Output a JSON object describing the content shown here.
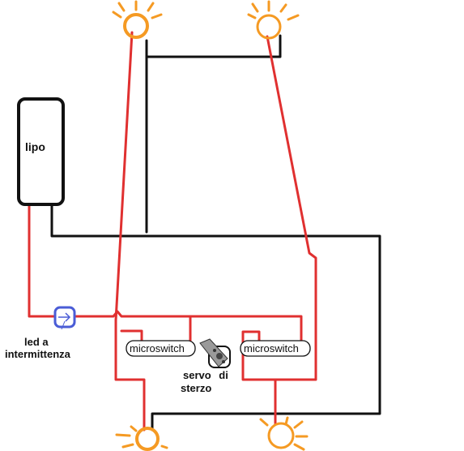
{
  "labels": {
    "battery": "lipo",
    "led_line1": "led a",
    "led_line2": "intermittenza",
    "switch_left": "microswitch",
    "switch_right": "microswitch",
    "servo_line1": "servo di",
    "servo_line2": "sterzo"
  },
  "colors": {
    "positive_wire": "#e03030",
    "negative_wire": "#111111",
    "bulb": "#f59a23",
    "led": "#4a5cd6",
    "background": "#ffffff"
  },
  "icons": [
    "bulb-icon",
    "led-icon",
    "servo-icon",
    "battery-icon"
  ]
}
